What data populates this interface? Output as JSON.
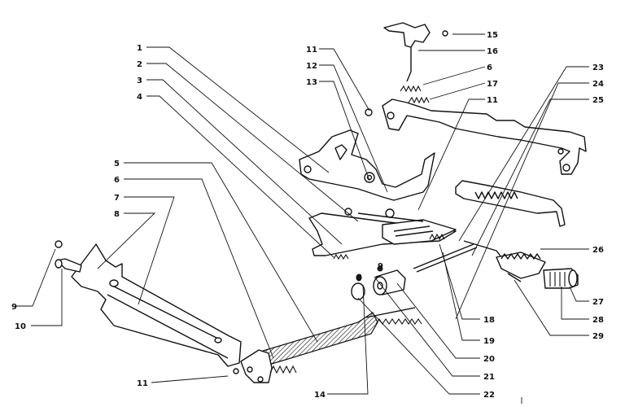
{
  "labels": {
    "l1": "1",
    "l2": "2",
    "l3": "3",
    "l4": "4",
    "l5": "5",
    "l6": "6",
    "l7": "7",
    "l8": "8",
    "l9": "9",
    "l10": "10",
    "l11a": "11",
    "l11b": "11",
    "l11c": "11",
    "l12": "12",
    "l13": "13",
    "l14": "14",
    "l15": "15",
    "l16": "16",
    "l6b": "6",
    "l17": "17",
    "l18": "18",
    "l19": "19",
    "l20": "20",
    "l21": "21",
    "l22": "22",
    "l23": "23",
    "l24": "24",
    "l25": "25",
    "l26": "26",
    "l27": "27",
    "l28": "28",
    "l29": "29",
    "l6c": "6",
    "l9b": "9"
  }
}
